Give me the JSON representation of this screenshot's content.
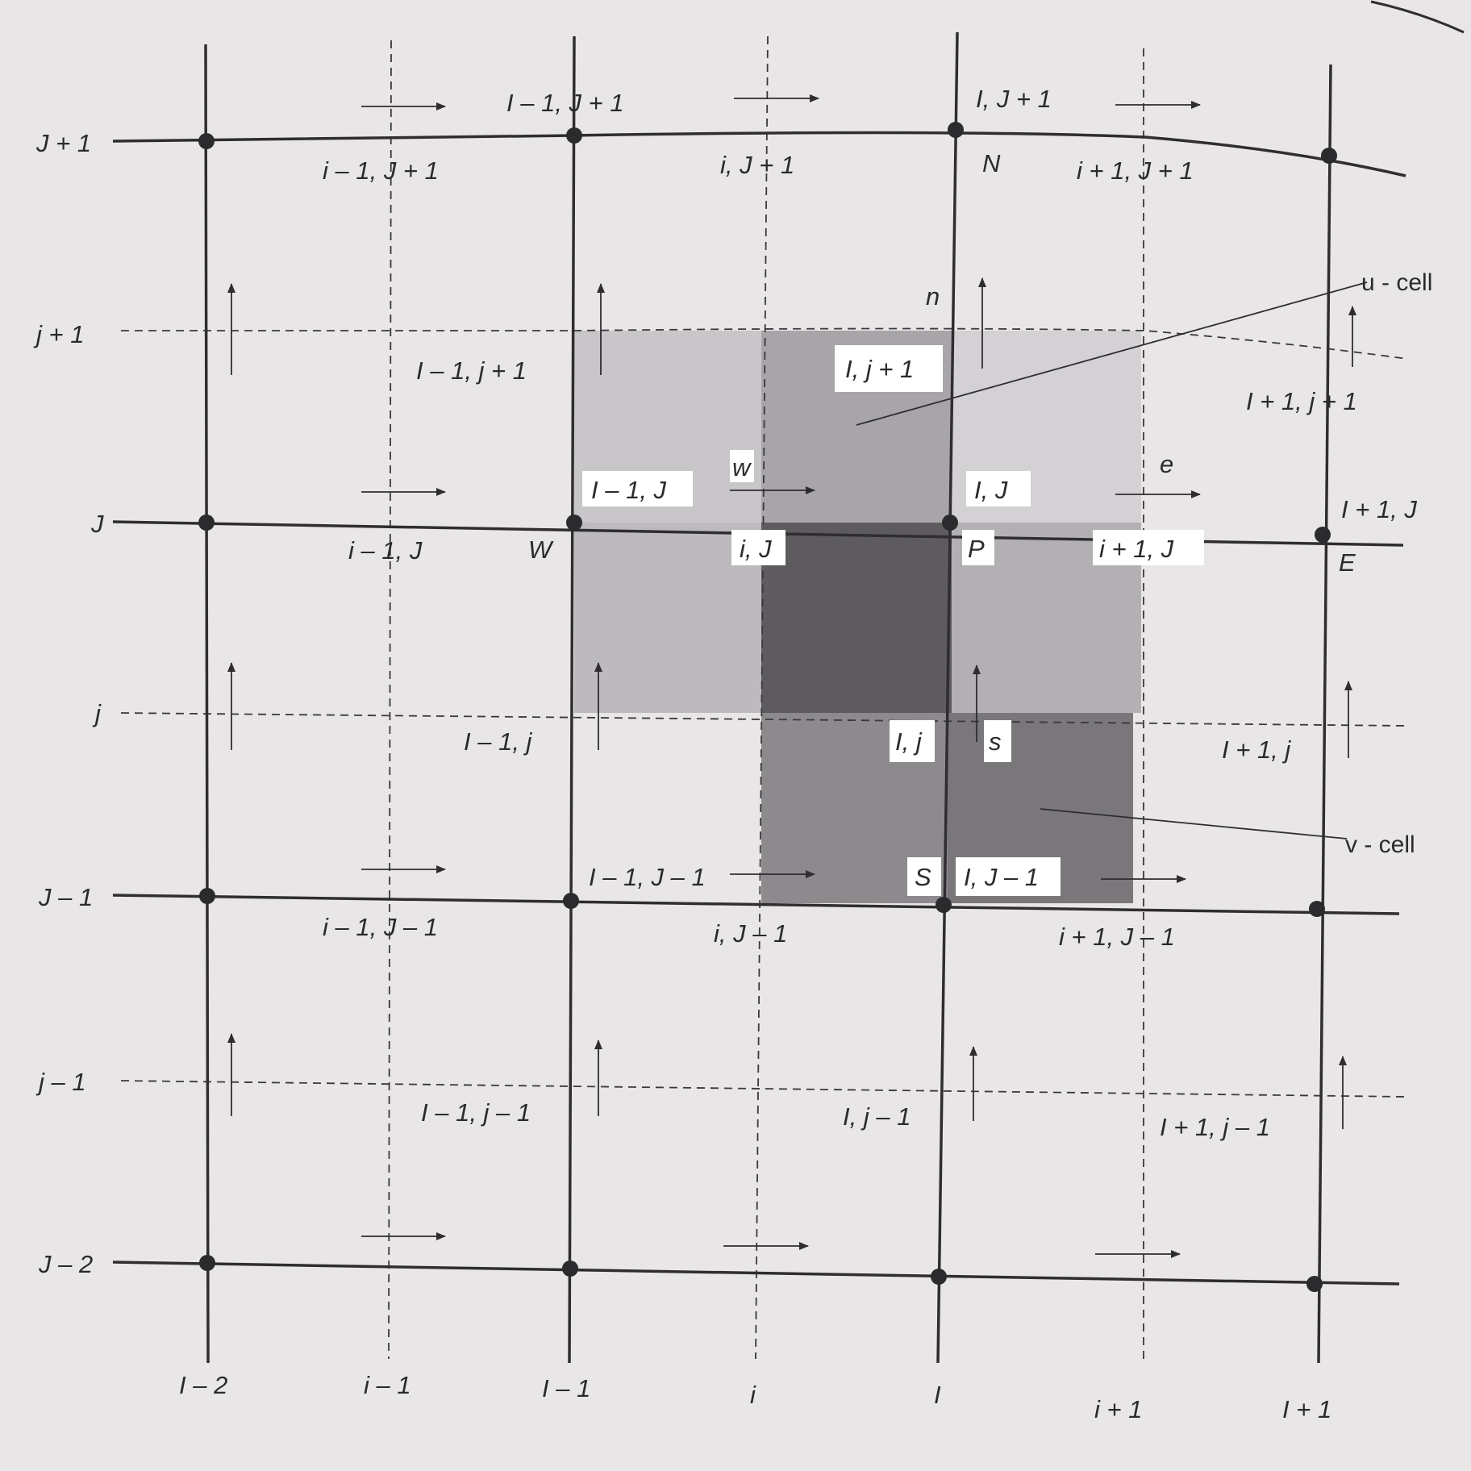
{
  "figure": {
    "vertical_lines": [
      {
        "id": "I-2",
        "kind": "scalar",
        "label": "I – 2"
      },
      {
        "id": "i-1",
        "kind": "staggered",
        "label": "i – 1"
      },
      {
        "id": "I-1",
        "kind": "scalar",
        "label": "I – 1"
      },
      {
        "id": "i",
        "kind": "staggered",
        "label": "i"
      },
      {
        "id": "I",
        "kind": "scalar",
        "label": "I"
      },
      {
        "id": "i+1",
        "kind": "staggered",
        "label": "i + 1"
      },
      {
        "id": "I+1",
        "kind": "scalar",
        "label": "I + 1"
      }
    ],
    "horizontal_lines": [
      {
        "id": "J+1",
        "kind": "scalar",
        "label": "J + 1"
      },
      {
        "id": "j+1",
        "kind": "staggered",
        "label": "j + 1"
      },
      {
        "id": "J",
        "kind": "scalar",
        "label": "J"
      },
      {
        "id": "j",
        "kind": "staggered",
        "label": "j"
      },
      {
        "id": "J-1",
        "kind": "scalar",
        "label": "J – 1"
      },
      {
        "id": "j-1",
        "kind": "staggered",
        "label": "j – 1"
      },
      {
        "id": "J-2",
        "kind": "scalar",
        "label": "J – 2"
      }
    ],
    "node_labels": {
      "I-1,J+1": "I – 1, J + 1",
      "I,J+1": "I, J + 1",
      "i-1,J+1": "i – 1, J + 1",
      "i,J+1": "i, J + 1",
      "i+1,J+1": "i + 1, J + 1",
      "I-1,j+1": "I – 1, j + 1",
      "I,j+1": "I, j + 1",
      "I+1,j+1": "I + 1, j + 1",
      "I-1,J": "I – 1, J",
      "I,J": "I, J",
      "I+1,J": "I + 1, J",
      "i-1,J": "i – 1, J",
      "i,J": "i, J",
      "i+1,J": "i + 1, J",
      "I-1,j": "I – 1, j",
      "I,j": "I, j",
      "I+1,j": "I + 1, j",
      "I-1,J-1": "I – 1, J – 1",
      "I,J-1": "I, J – 1",
      "i-1,J-1": "i – 1, J – 1",
      "i,J-1": "i, J – 1",
      "i+1,J-1": "i + 1, J – 1",
      "I-1,j-1": "I – 1, j – 1",
      "I,j-1": "I, j – 1",
      "I+1,j-1": "I + 1, j – 1"
    },
    "compass": {
      "N": "N",
      "W": "W",
      "P": "P",
      "E": "E",
      "S": "S"
    },
    "faces": {
      "n": "n",
      "w": "w",
      "e": "e",
      "s": "s"
    },
    "callouts": {
      "u_cell": "u - cell",
      "v_cell": "v - cell"
    },
    "colors": {
      "line": "#2f2d30",
      "cell_light": "#c6c3c7",
      "cell_mid": "#a5a2a6",
      "cell_dark": "#5d5a5e",
      "cell_v": "#8c898d",
      "label_box": "#ffffff"
    }
  }
}
